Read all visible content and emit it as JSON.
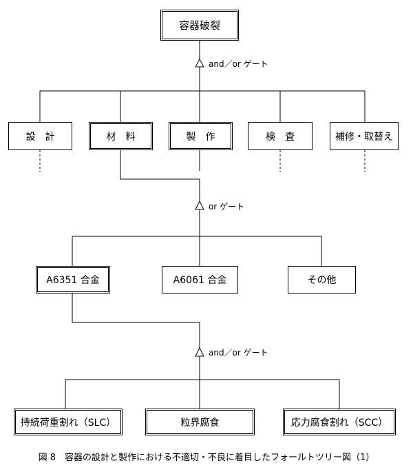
{
  "top_event": "容器破裂",
  "gates": {
    "gate1": "and／or ゲート",
    "gate2": "or ゲート",
    "gate3": "and／or ゲート"
  },
  "level1": {
    "design": "設　計",
    "material": "材　料",
    "manufacture": "製　作",
    "inspection": "検　査",
    "repair": "補修・取替え"
  },
  "level2": {
    "a6351": "A6351 合金",
    "a6061": "A6061 合金",
    "other": "その他"
  },
  "level3": {
    "slc": "持続荷重割れ（SLC）",
    "ig_corrosion": "粒界腐食",
    "scc": "応力腐食割れ（SCC）"
  },
  "caption": "図 8　容器の設計と製作における不適切・不良に着目したフォールトツリー図（1）"
}
